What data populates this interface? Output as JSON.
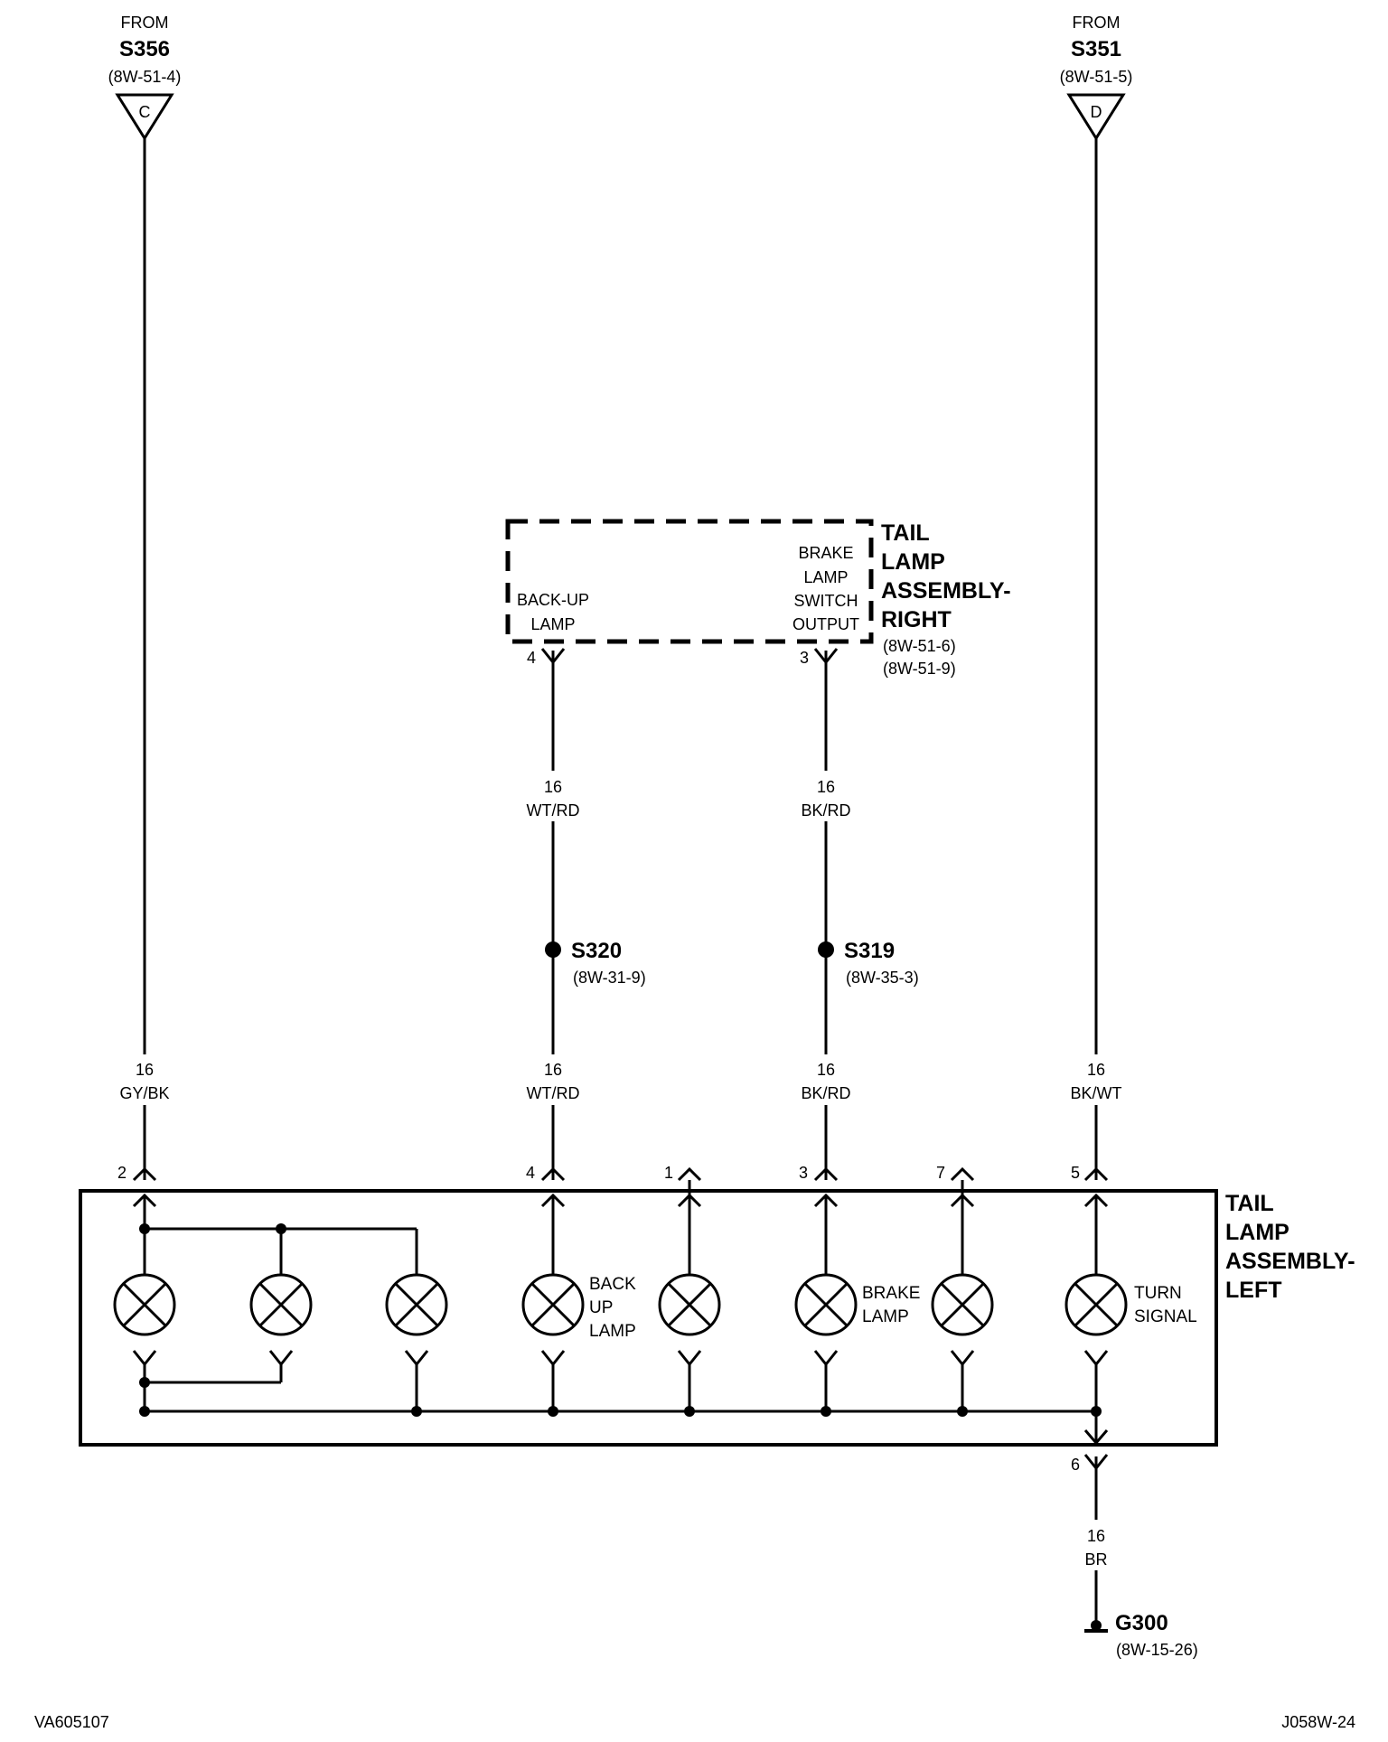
{
  "from_left": {
    "label": "FROM",
    "splice": "S356",
    "ref": "(8W-51-4)",
    "connector": "C"
  },
  "from_right": {
    "label": "FROM",
    "splice": "S351",
    "ref": "(8W-51-5)",
    "connector": "D"
  },
  "right_assembly": {
    "title_lines": [
      "TAIL",
      "LAMP",
      "ASSEMBLY-",
      "RIGHT"
    ],
    "refs": [
      "(8W-51-6)",
      "(8W-51-9)"
    ],
    "backup_label": [
      "BACK-UP",
      "LAMP"
    ],
    "brake_label": [
      "BRAKE",
      "LAMP",
      "SWITCH",
      "OUTPUT"
    ],
    "pins": [
      "4",
      "3"
    ]
  },
  "wires": {
    "w_backup_upper": [
      "16",
      "WT/RD"
    ],
    "w_brake_upper": [
      "16",
      "BK/RD"
    ],
    "w_left": [
      "16",
      "GY/BK"
    ],
    "w_backup_lower": [
      "16",
      "WT/RD"
    ],
    "w_brake_lower": [
      "16",
      "BK/RD"
    ],
    "w_right": [
      "16",
      "BK/WT"
    ],
    "w_ground": [
      "16",
      "BR"
    ]
  },
  "splices": [
    {
      "id": "S320",
      "ref": "(8W-31-9)"
    },
    {
      "id": "S319",
      "ref": "(8W-35-3)"
    }
  ],
  "left_assembly": {
    "title_lines": [
      "TAIL",
      "LAMP",
      "ASSEMBLY-",
      "LEFT"
    ],
    "pins": [
      "2",
      "4",
      "1",
      "3",
      "7",
      "5"
    ],
    "ground_pin": "6",
    "lamp_labels": {
      "backup": [
        "BACK",
        "UP",
        "LAMP"
      ],
      "brake": [
        "BRAKE",
        "LAMP"
      ],
      "turn": [
        "TURN",
        "SIGNAL"
      ]
    }
  },
  "ground": {
    "id": "G300",
    "ref": "(8W-15-26)"
  },
  "footer": {
    "left_code": "VA605107",
    "right_code": "J058W-24"
  }
}
